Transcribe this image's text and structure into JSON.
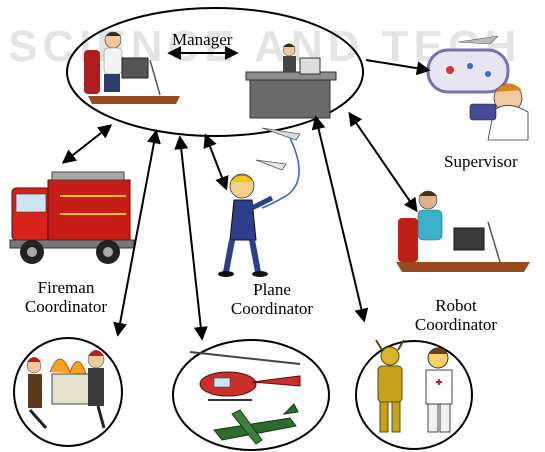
{
  "watermark": "SCIENCE AND TECH",
  "labels": {
    "manager": "Manager",
    "supervisor": "Supervisor",
    "fireman_coordinator": [
      "Fireman",
      "Coordinator"
    ],
    "plane_coordinator": [
      "Plane",
      "Coordinator"
    ],
    "robot_coordinator": [
      "Robot",
      "Coordinator"
    ]
  },
  "colors": {
    "stroke": "#000000",
    "fire_truck": "#d8211b",
    "helicopter": "#c9302c",
    "plane": "#2e6b2e",
    "robot": "#c8a21c",
    "desk": "#9a4a1e"
  }
}
